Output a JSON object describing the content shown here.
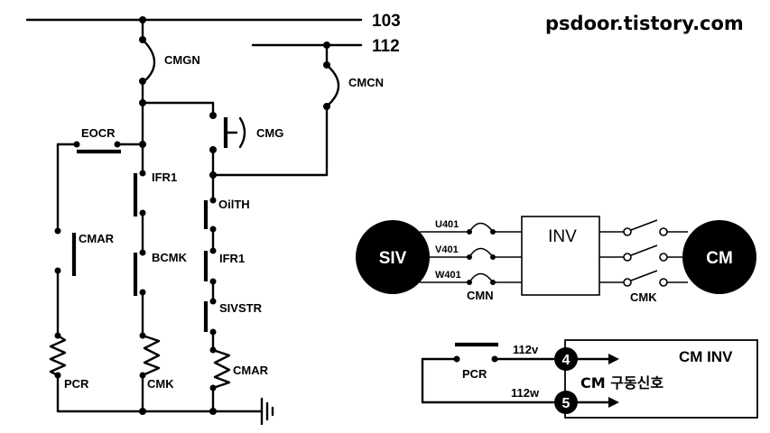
{
  "site": "psdoor.tistory.com",
  "buses": {
    "b103": "103",
    "b112": "112"
  },
  "labels": {
    "cmgn": "CMGN",
    "cmcn": "CMCN",
    "cmg": "CMG",
    "eocr": "EOCR",
    "ifr1_a": "IFR1",
    "bcmk": "BCMK",
    "cmar_a": "CMAR",
    "pcr_a": "PCR",
    "cmk_a": "CMK",
    "oilth": "OilTH",
    "ifr1_b": "IFR1",
    "sivstr": "SIVSTR",
    "cmar_b": "CMAR"
  },
  "motor": {
    "siv": "SIV",
    "inv": "INV",
    "cm": "CM",
    "phases": [
      "U401",
      "V401",
      "W401"
    ],
    "cmn": "CMN",
    "cmk": "CMK"
  },
  "control": {
    "pcr": "PCR",
    "w112v": "112v",
    "w112w": "112w",
    "title": "CM INV",
    "signal": "CM 구동신호",
    "terminals": [
      "4",
      "5"
    ]
  }
}
